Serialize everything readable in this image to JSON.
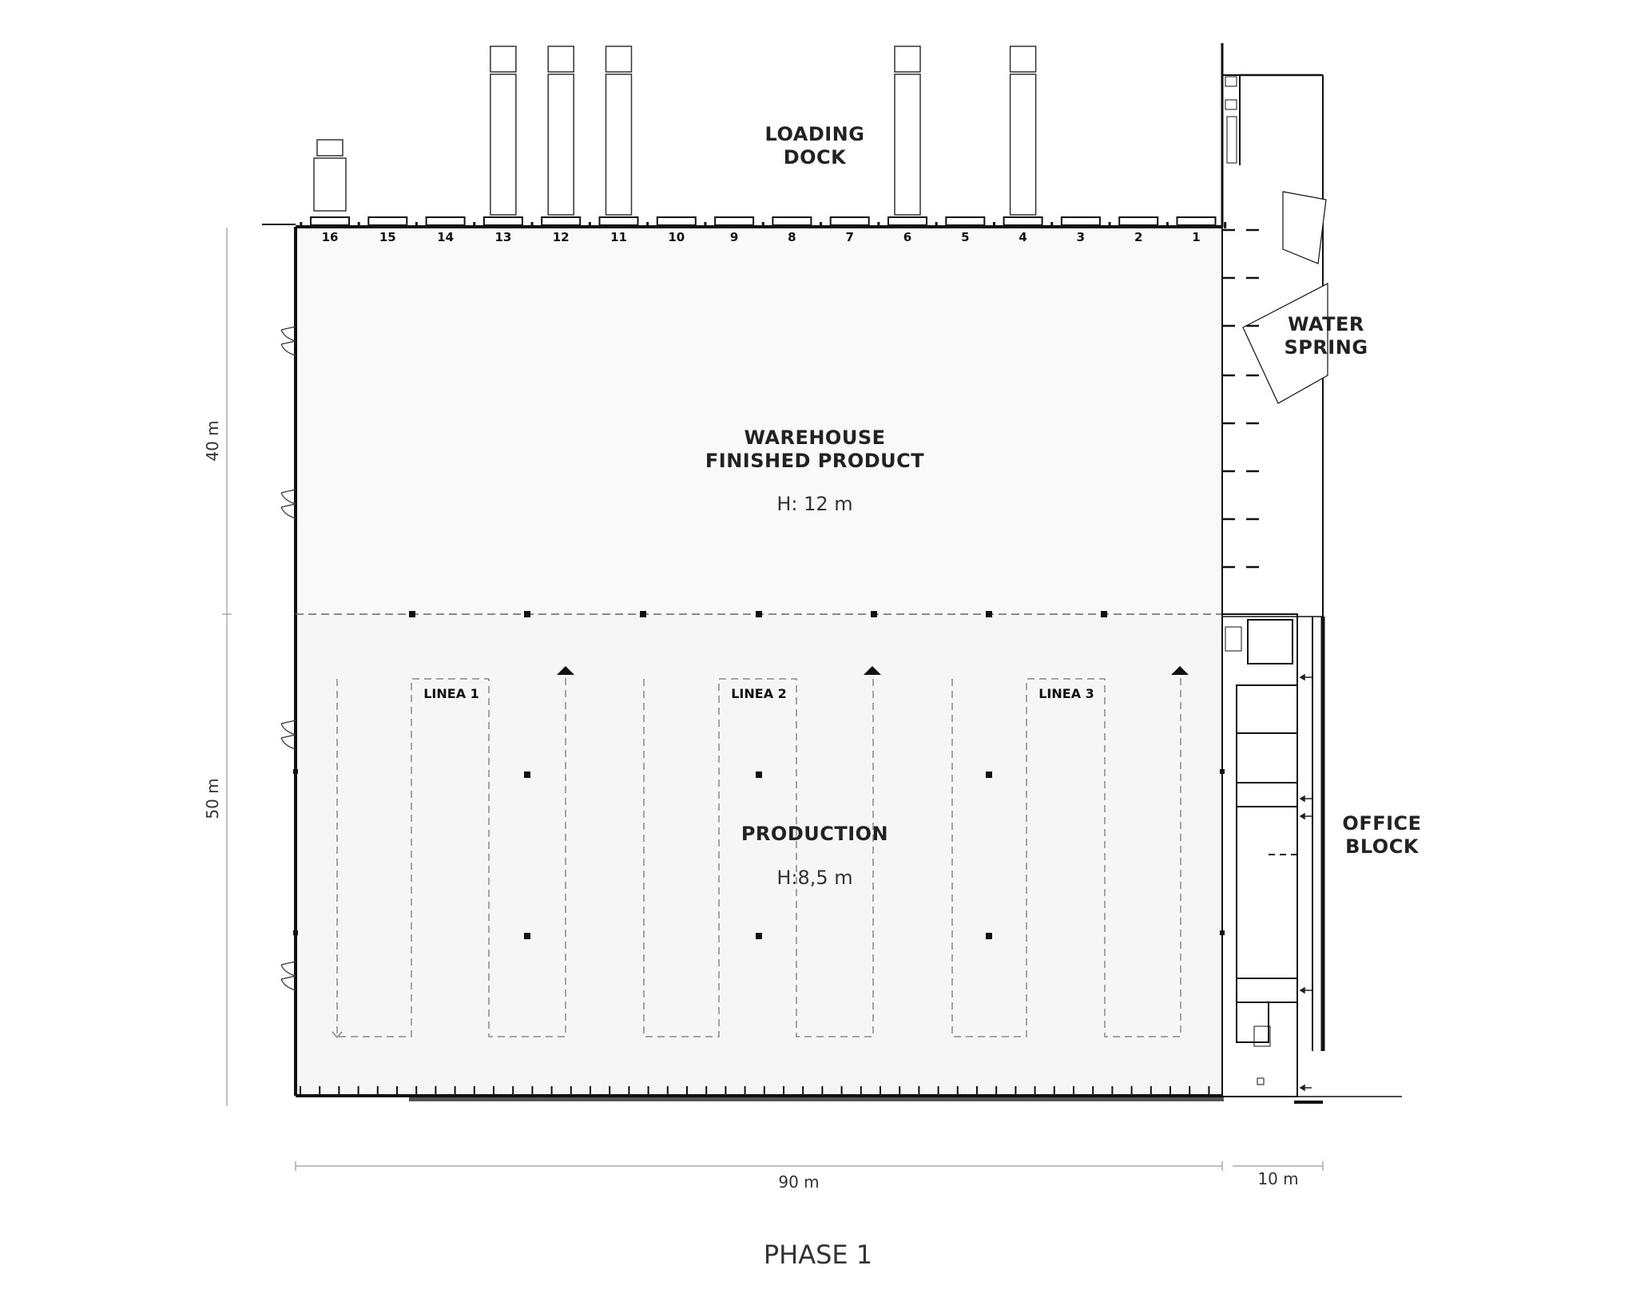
{
  "labels": {
    "loading_dock": [
      "LOADING",
      "DOCK"
    ],
    "water_spring": [
      "WATER",
      "SPRING"
    ],
    "warehouse": [
      "WAREHOUSE",
      "FINISHED PRODUCT"
    ],
    "warehouse_height": "H: 12 m",
    "production": "PRODUCTION",
    "production_height": "H:8,5 m",
    "office_block": [
      "OFFICE",
      "BLOCK"
    ],
    "lines": [
      "LINEA 1",
      "LINEA 2",
      "LINEA 3"
    ]
  },
  "dimensions": {
    "warehouse_depth": "40 m",
    "production_depth": "50 m",
    "main_width": "90 m",
    "office_width": "10 m"
  },
  "dock_numbers": [
    "16",
    "15",
    "14",
    "13",
    "12",
    "11",
    "10",
    "9",
    "8",
    "7",
    "6",
    "5",
    "4",
    "3",
    "2",
    "1"
  ],
  "trucks_at_docks": [
    "13",
    "12",
    "11",
    "6",
    "4"
  ],
  "van_at_dock": "16",
  "title": "PHASE 1"
}
